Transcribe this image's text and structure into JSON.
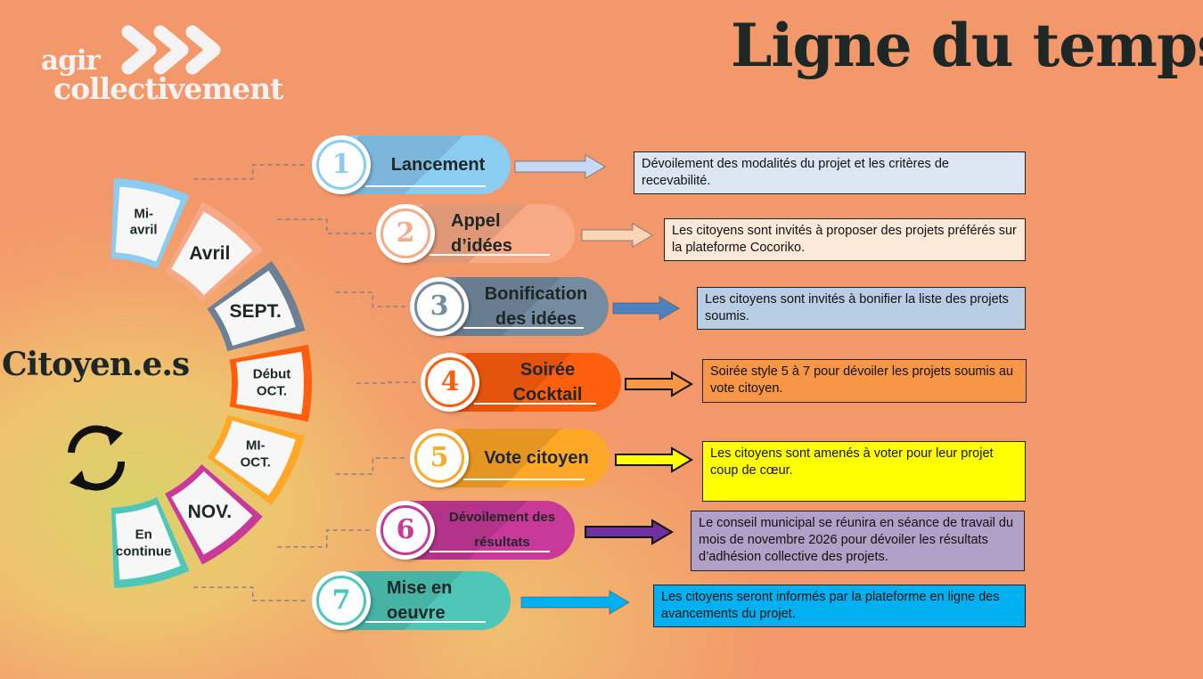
{
  "logo": {
    "line1": "agir",
    "line2": "collectivement"
  },
  "title": "Ligne du temps",
  "audience": "Citoyen.e.s",
  "cycle_icon": "recycle-arrows-icon",
  "segments": [
    {
      "label": "Mi-\navril",
      "color": "#8accf2"
    },
    {
      "label": "Avril",
      "color": "#f7a884"
    },
    {
      "label": "SEPT.",
      "color": "#6b7f95"
    },
    {
      "label": "Début\nOCT.",
      "color": "#ff5e0e"
    },
    {
      "label": "MI-\nOCT.",
      "color": "#ffa726"
    },
    {
      "label": "NOV.",
      "color": "#c8399a"
    },
    {
      "label": "En\ncontinue",
      "color": "#4ec7b8"
    }
  ],
  "steps": [
    {
      "number": "1",
      "label": "Lancement",
      "color": "#8accf2",
      "arrow_color": "#c6d9f5",
      "box_color": "#dce6f2",
      "description": "Dévoilement des modalités du projet et les critères de recevabilité."
    },
    {
      "number": "2",
      "label": "Appel\nd’idées",
      "color": "#f8aa86",
      "arrow_color": "#fcd5b5",
      "box_color": "#fde9d9",
      "description": "Les citoyens sont invités à proposer des projets préférés sur la plateforme Cocoriko."
    },
    {
      "number": "3",
      "label": "Bonification\ndes idées",
      "color": "#758ba0",
      "arrow_color": "#4f81bd",
      "box_color": "#b9cde5",
      "description": "Les citoyens sont invités à bonifier la liste des projets soumis."
    },
    {
      "number": "4",
      "label": "Soirée\nCocktail",
      "color": "#ff5e0e",
      "arrow_color": "#f79646",
      "box_color": "#f79646",
      "description": "Soirée style 5 à 7 pour dévoiler les projets soumis au vote citoyen."
    },
    {
      "number": "5",
      "label": "Vote citoyen",
      "color": "#ffa726",
      "arrow_color": "#ffff00",
      "box_color": "#ffff00",
      "description": "Les citoyens sont amenés à voter pour leur projet coup de cœur."
    },
    {
      "number": "6",
      "label": "Dévoilement des\nrésultats",
      "color": "#c8399a",
      "arrow_color": "#7030a0",
      "box_color": "#b1a0c7",
      "description": "Le conseil municipal se réunira en séance de travail du mois de novembre 2026 pour dévoiler les résultats d’adhésion collective des projets."
    },
    {
      "number": "7",
      "label": "Mise en\noeuvre",
      "color": "#4ec7b8",
      "arrow_color": "#00b0f0",
      "box_color": "#00b0f0",
      "description": "Les citoyens seront informés par la plateforme en ligne des avancements du projet."
    }
  ]
}
